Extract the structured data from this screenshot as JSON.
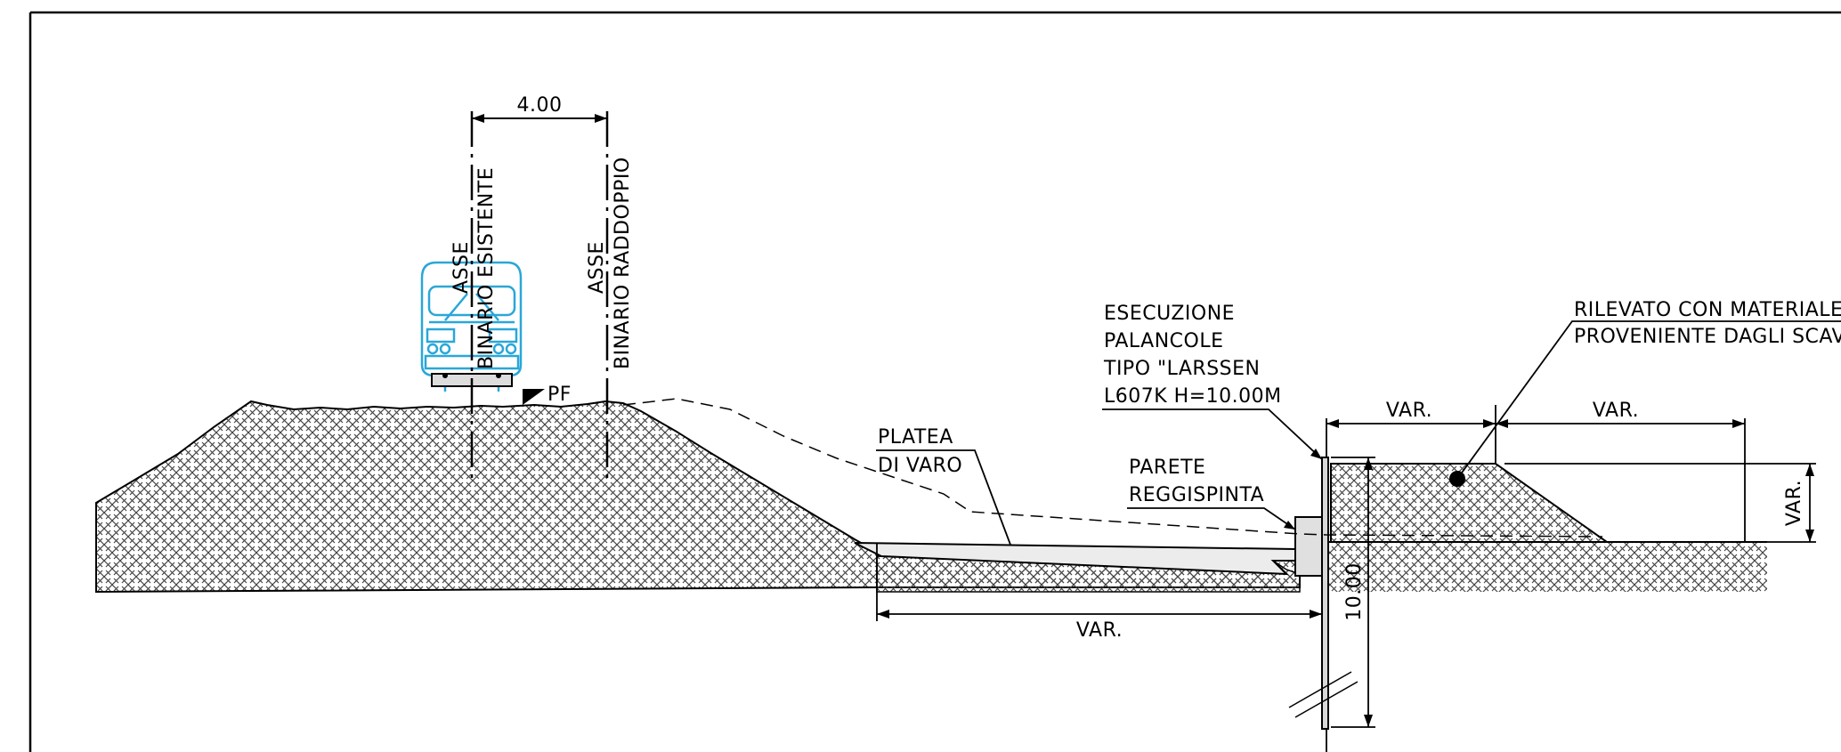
{
  "dimensions": {
    "track_spacing": "4.00",
    "var_platform": "VAR.",
    "var_top_left": "VAR.",
    "var_top_right": "VAR.",
    "var_height": "VAR.",
    "pile_depth": "10.00"
  },
  "labels": {
    "asse_existing_1": "ASSE",
    "asse_existing_2": "BINARIO ESISTENTE",
    "asse_double_1": "ASSE",
    "asse_double_2": "BINARIO RADDOPPIO",
    "pf": "PF",
    "platea_1": "PLATEA",
    "platea_2": "DI VARO",
    "esecuzione_1": "ESECUZIONE",
    "esecuzione_2": "PALANCOLE",
    "esecuzione_3": "TIPO \"LARSSEN",
    "esecuzione_4": "L607K H=10.00M",
    "parete_1": "PARETE",
    "parete_2": "REGGISPINTA",
    "rilevato_1": "RILEVATO CON MATERIALE",
    "rilevato_2": "PROVENIENTE DAGLI SCAVI"
  },
  "colors": {
    "line": "#000000",
    "train": "#2aa7d8",
    "hatch": "#333333"
  }
}
